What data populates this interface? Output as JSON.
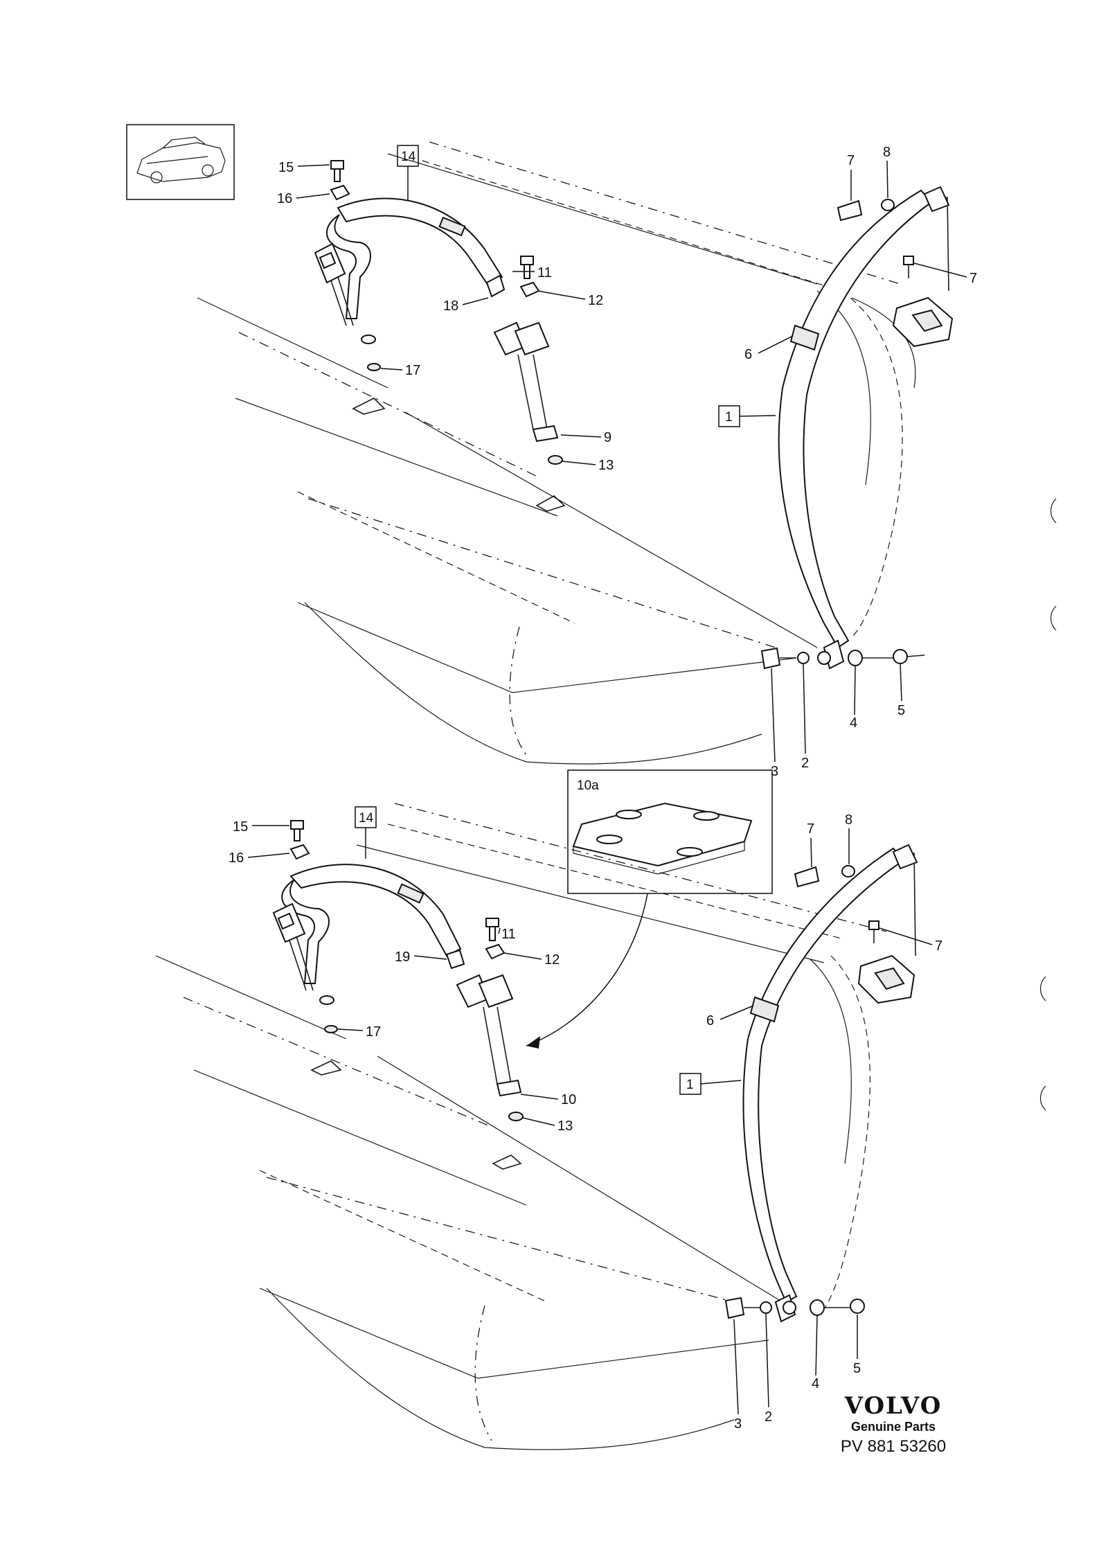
{
  "labels": {
    "upper": {
      "l1": "1",
      "l2": "2",
      "l3": "3",
      "l4": "4",
      "l5": "5",
      "l6": "6",
      "l7a": "7",
      "l7b": "7",
      "l8": "8",
      "l9": "9",
      "l11": "11",
      "l12": "12",
      "l13": "13",
      "l14": "14",
      "l15": "15",
      "l16": "16",
      "l17": "17",
      "l18": "18"
    },
    "lower": {
      "l1": "1",
      "l2": "2",
      "l3": "3",
      "l4": "4",
      "l5": "5",
      "l6": "6",
      "l7a": "7",
      "l7b": "7",
      "l8": "8",
      "l10": "10",
      "l11": "11",
      "l12": "12",
      "l13": "13",
      "l14": "14",
      "l15": "15",
      "l16": "16",
      "l17": "17",
      "l19": "19"
    },
    "detail_10a": "10a"
  },
  "brand": {
    "logo": "VOLVO",
    "tagline": "Genuine Parts",
    "reference": "PV 881 53260"
  },
  "icons": [
    "car-thumbnail-icon"
  ]
}
